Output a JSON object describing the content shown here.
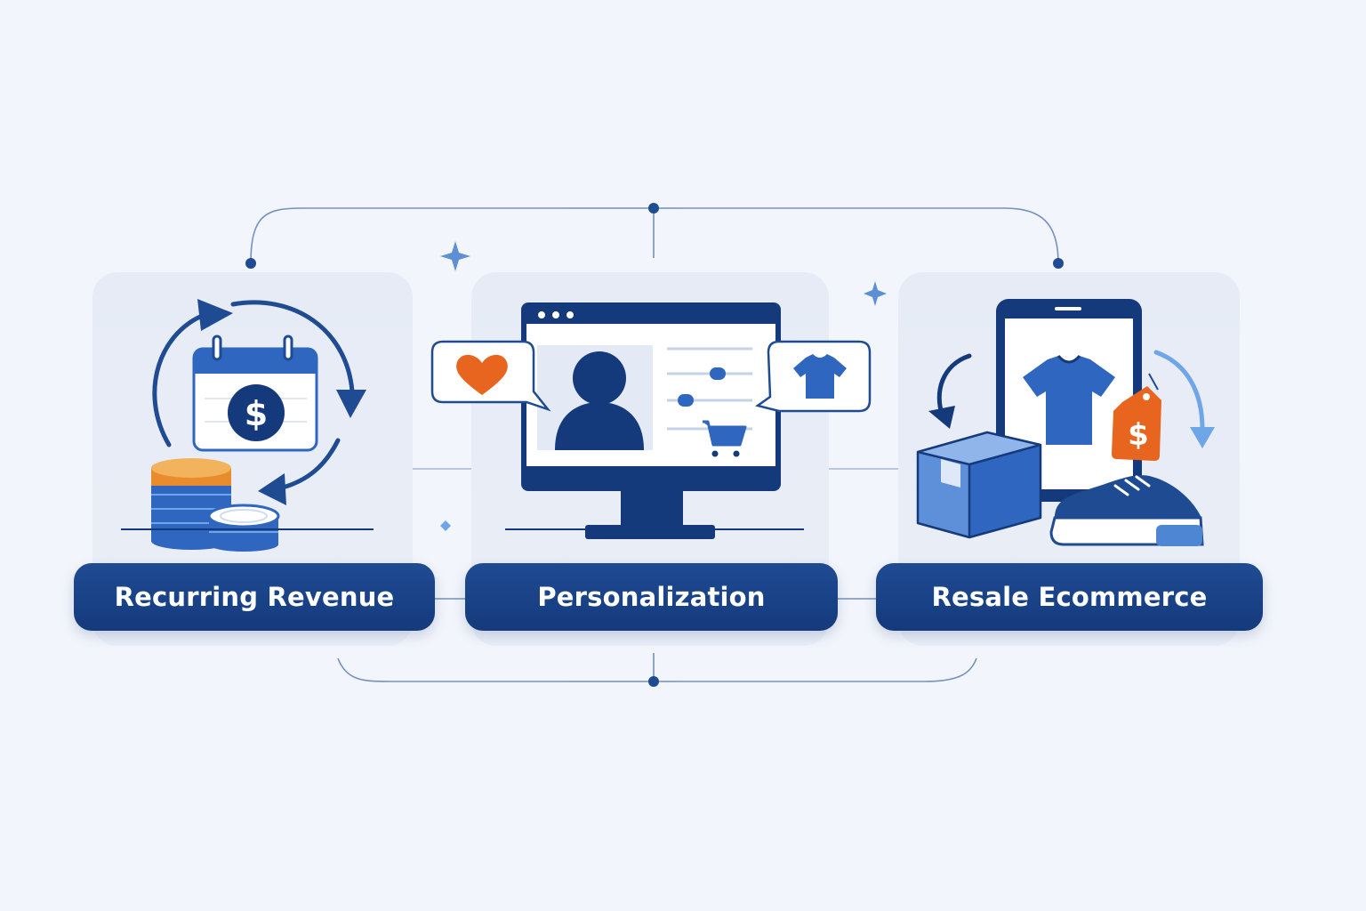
{
  "labels": {
    "recurring": "Recurring Revenue",
    "personalization": "Personalization",
    "resale": "Resale Ecommerce"
  },
  "icons": {
    "recurring": [
      "cycle-arrows-icon",
      "calendar-icon",
      "dollar-icon",
      "coin-stack-icon"
    ],
    "personalization": [
      "monitor-icon",
      "user-avatar-icon",
      "heart-bubble-icon",
      "shirt-bubble-icon",
      "shopping-cart-icon",
      "slider-icon"
    ],
    "resale": [
      "smartphone-icon",
      "shirt-icon",
      "price-tag-icon",
      "box-icon",
      "sneaker-icon",
      "return-arrows-icon"
    ]
  },
  "colors": {
    "navy": "#153a7c",
    "blue": "#2f66c0",
    "light_blue": "#6fa6e8",
    "orange": "#e8651f",
    "gold": "#f0a84a",
    "panel": "#e7ecf6",
    "background": "#f2f5fb"
  }
}
